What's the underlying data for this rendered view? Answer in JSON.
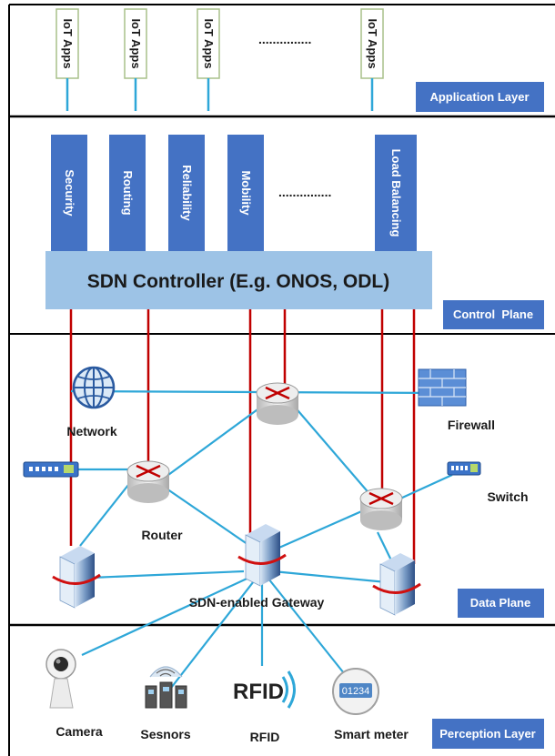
{
  "layers": {
    "application": "Application Layer",
    "control": "Control  Plane",
    "data": "Data Plane",
    "perception": "Perception Layer"
  },
  "apps": [
    "IoT Apps",
    "IoT Apps",
    "IoT Apps",
    "IoT Apps"
  ],
  "app_ellipsis": "...............",
  "services": [
    "Security",
    "Routing",
    "Reliability",
    "Mobility",
    "Load Balancing"
  ],
  "service_ellipsis": "...............",
  "controller": "SDN Controller (E.g. ONOS, ODL)",
  "devices": {
    "network": "Network",
    "firewall": "Firewall",
    "switch": "Switch",
    "router": "Router",
    "gateway": "SDN-enabled Gateway"
  },
  "sensors": {
    "camera": "Camera",
    "sensors": "Sesnors",
    "rfid": "RFID",
    "rfid_logo": "RFID",
    "smart_meter": "Smart meter",
    "meter_reading": "01234"
  },
  "colors": {
    "layer_box": "#4472c4",
    "controller_fill": "#9dc3e6",
    "link_blue": "#2ea7d8",
    "link_red": "#c00000"
  }
}
